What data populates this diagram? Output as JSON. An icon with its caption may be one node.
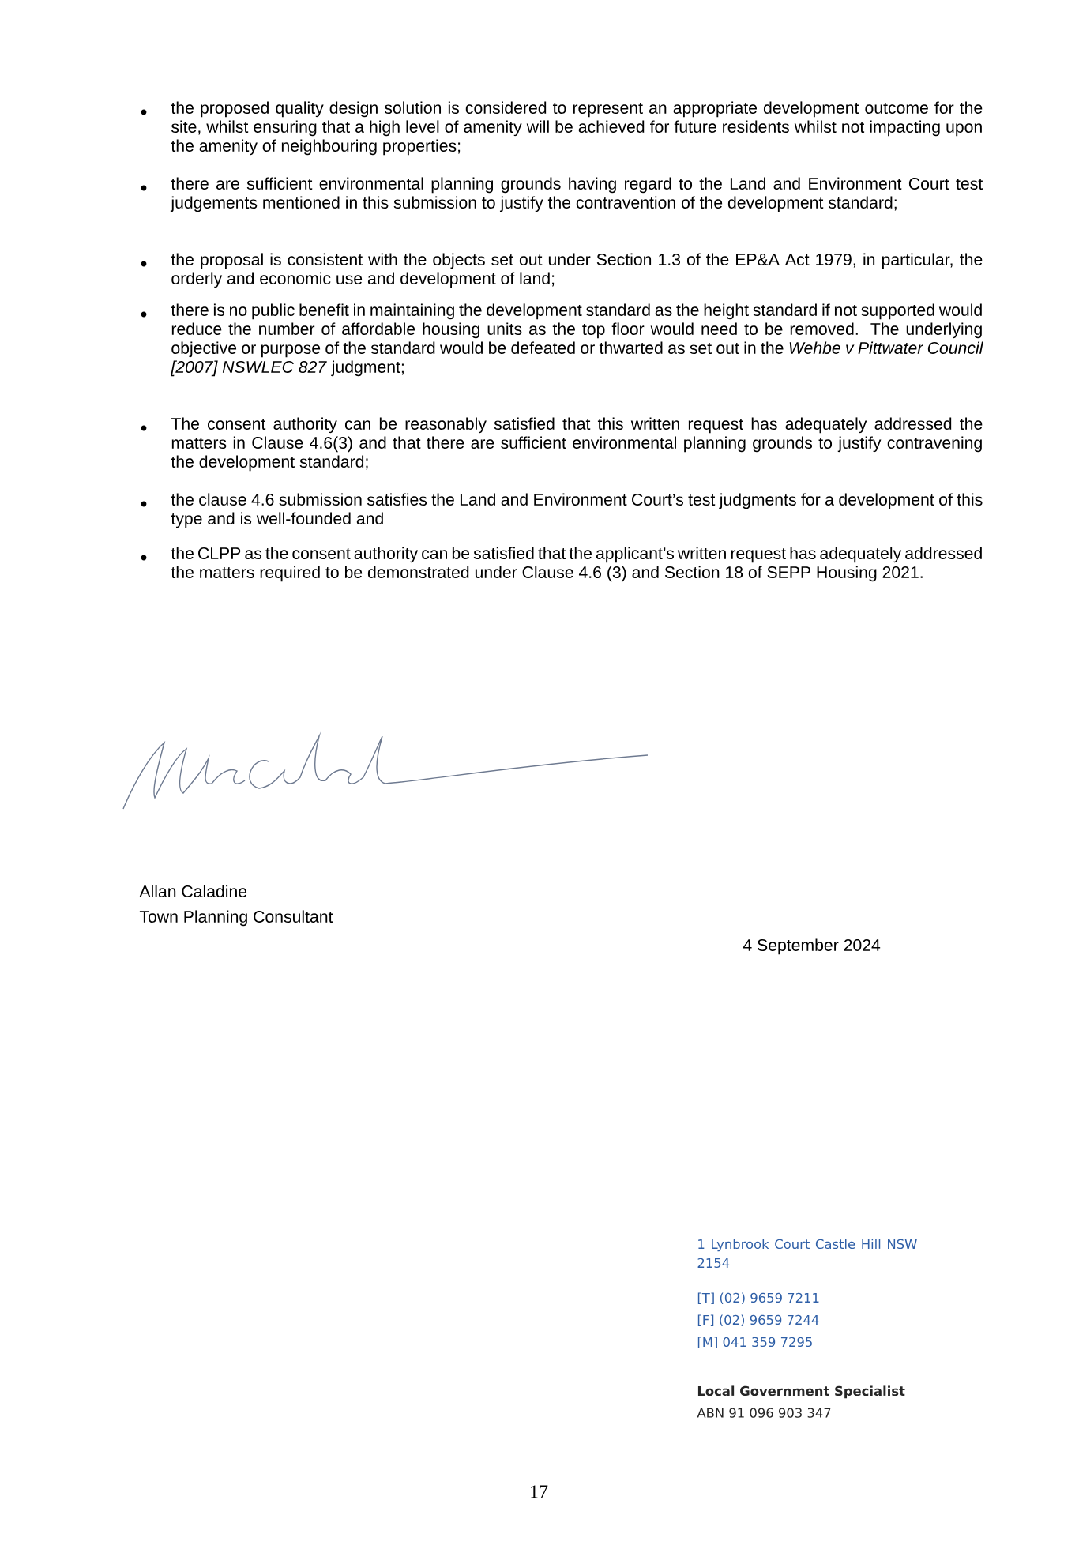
{
  "diagram": {
    "labels": [
      "the proposed quality design solution is considered to represent an appropriate development outcome for the site, whilst ensuring that a high level of amenity will be achieved for future residents whilst not impacting upon the amenity of neighbouring properties;",
      "there are sufficient environmental planning grounds having regard to the Land and Environment Court test judgements mentioned in this submission to justify the contravention of the development standard;",
      "the proposal is consistent with the objects set out under Section 1.3 of the EP&A Act 1979, in particular, the orderly and economic use and development of land;",
      "there is no public benefit in maintaining the development standard as the height standard if not supported would reduce the number of affordable housing units as the top floor would need to be removed. The underlying objective or purpose of the standard would be defeated or thwarted as set out in the *Wehbe v Pittwater Council [2007] NSWLEC 827* judgment;",
      "The consent authority can be reasonably satisfied that this written request has adequately addressed the matters in Clause 4.6(3) and that there are sufficient environmental planning grounds to justify contravening the development standard;",
      "the clause 4.6 submission satisfies the Land and Environment Court’s test judgments for a development of this type and is well-founded and",
      "the CLPP as the consent authority can be satisfied that the applicant’s written request has adequately addressed the matters required to be demonstrated under Clause 4.6 (3) and Section 18 of SEPP Housing 2021.",
      "Allan Caladine",
      "Town Planning Consultant",
      "4 September 2024",
      "1 Lynbrook Court Castle Hill NSW 2154",
      "[T] (02) 9659 7211",
      "[F] (02) 9659 7244",
      "[M] 041 359 7295",
      "Local Government Specialist",
      "ABN 91 096 903 347",
      "17"
    ]
  }
}
